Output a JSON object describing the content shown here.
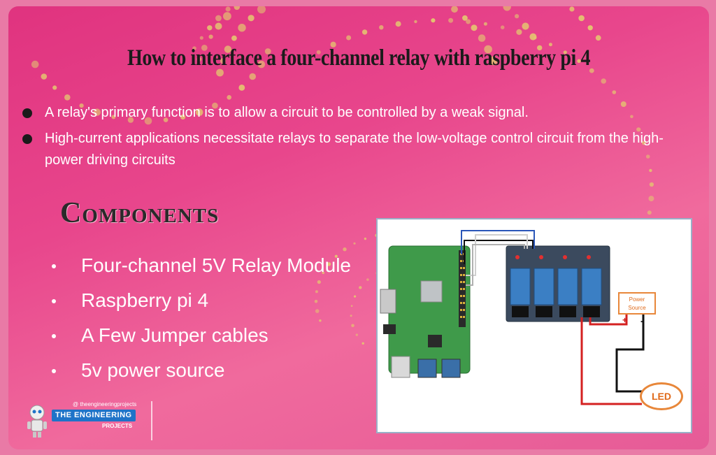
{
  "title": "How to interface a four-channel relay with raspberry pi 4",
  "bullets": [
    "A relay's primary function is to allow a circuit to be controlled by a weak signal.",
    "High-current applications necessitate relays to separate the low-voltage control circuit from the high-power driving circuits"
  ],
  "components_heading": "Components",
  "components": [
    "Four-channel 5V Relay Module",
    "Raspberry pi 4",
    "A Few Jumper cables",
    "5v power source"
  ],
  "logo": {
    "handle": "@ theengineeringprojects",
    "brand": "THE ENGINEERING",
    "sub": "PROJECTS"
  },
  "diagram": {
    "power_source_label": "Power Source",
    "led_label": "LED",
    "plus": "+",
    "minus": "-"
  },
  "colors": {
    "background": "#e8468c",
    "accent_dots": "#e4c770",
    "wire_red": "#d42020",
    "wire_black": "#111111",
    "wire_blue": "#2a56b8",
    "board_green": "#3f9a4a",
    "relay_blue": "#3b7fc4",
    "label_orange": "#e8873a"
  }
}
